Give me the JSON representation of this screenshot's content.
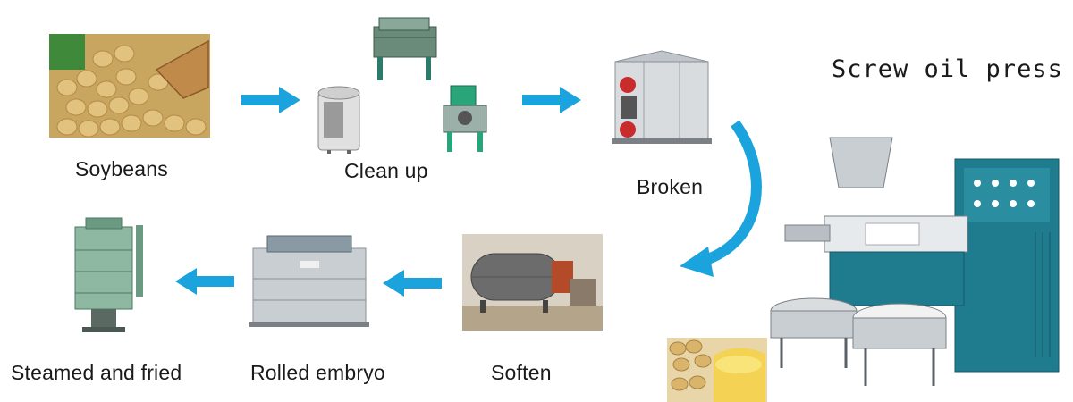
{
  "title": "Screw oil press",
  "steps": [
    {
      "label": "Soybeans"
    },
    {
      "label": "Clean up"
    },
    {
      "label": "Broken"
    },
    {
      "label": "Soften"
    },
    {
      "label": "Rolled embryo"
    },
    {
      "label": "Steamed and fried"
    }
  ],
  "colors": {
    "arrow": "#1aa3dc",
    "machine_teal": "#1f7c8f",
    "soybean": "#d9b46a",
    "machine_gray": "#b8bec4"
  }
}
